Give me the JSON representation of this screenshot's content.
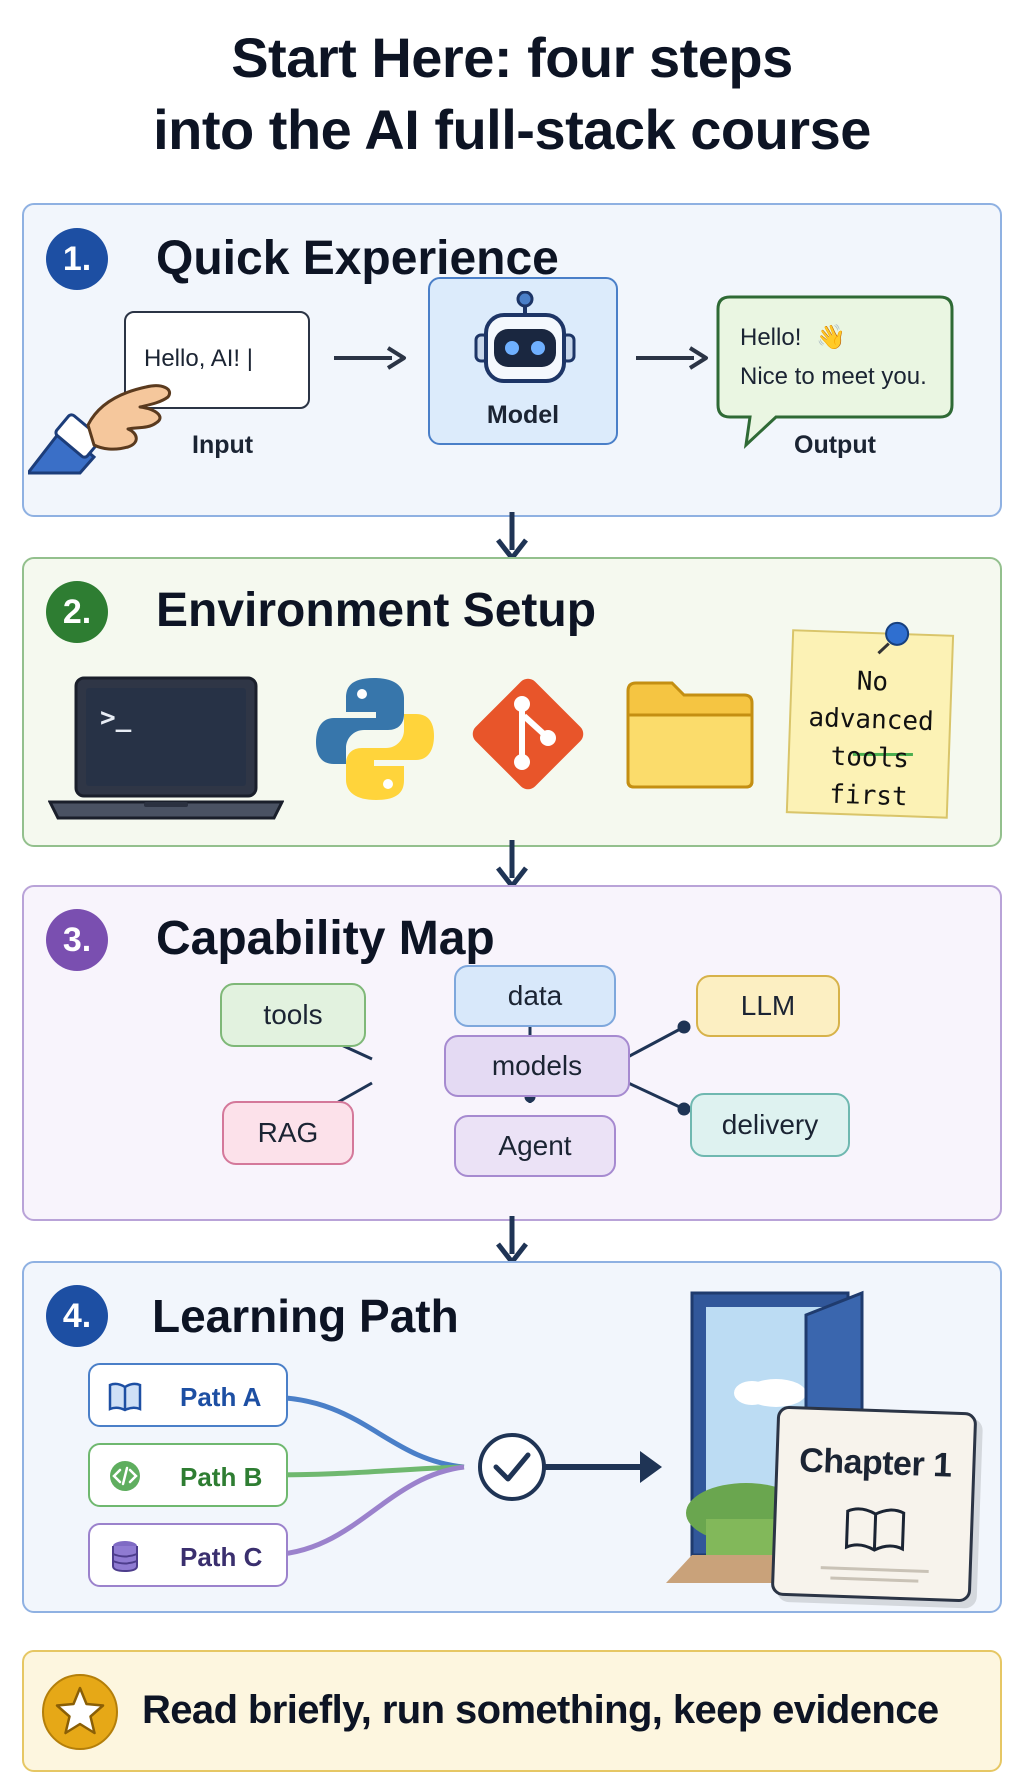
{
  "title": {
    "line1": "Start Here: four steps",
    "line2": "into the AI full-stack course"
  },
  "colors": {
    "blue": "#1d4fa3",
    "green": "#2e7d32",
    "purple": "#7a4fb0",
    "gold": "#e6a817",
    "arrow": "#1f3455"
  },
  "sections": [
    {
      "number": "1.",
      "heading": "Quick Experience",
      "input_text": "Hello, AI! |",
      "input_label": "Input",
      "model_label": "Model",
      "output_line1": "Hello!",
      "output_emoji": "👋",
      "output_line2": "Nice to meet you.",
      "output_label": "Output"
    },
    {
      "number": "2.",
      "heading": "Environment Setup",
      "terminal_prompt": ">_",
      "icons": [
        "laptop-terminal-icon",
        "python-icon",
        "git-icon",
        "folder-icon"
      ],
      "note_line1": "No",
      "note_line2": "advanced",
      "note_line3": "tools first"
    },
    {
      "number": "3.",
      "heading": "Capability Map",
      "center": "models",
      "nodes": [
        "tools",
        "data",
        "LLM",
        "RAG",
        "Agent",
        "delivery"
      ]
    },
    {
      "number": "4.",
      "heading": "Learning Path",
      "paths": [
        {
          "label": "Path A",
          "icon": "book-icon"
        },
        {
          "label": "Path B",
          "icon": "code-icon"
        },
        {
          "label": "Path C",
          "icon": "database-icon"
        }
      ],
      "chapter": "Chapter 1"
    }
  ],
  "footer": {
    "text": "Read briefly, run something, keep evidence",
    "icon": "star-icon"
  }
}
